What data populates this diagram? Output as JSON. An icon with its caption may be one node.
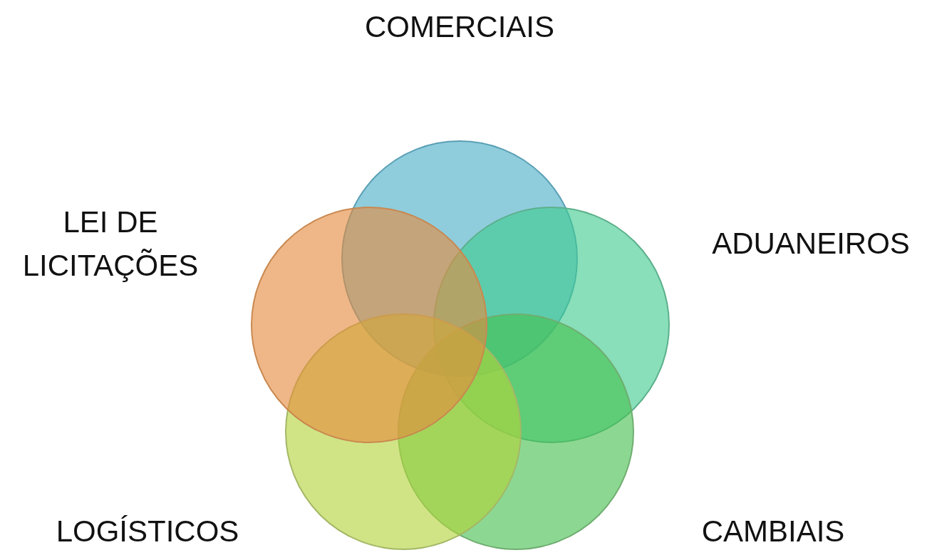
{
  "diagram": {
    "nodes": [
      {
        "text": [
          "COMERCIAIS"
        ]
      },
      {
        "text": [
          "LEI DE LICITAÇÕES"
        ]
      },
      {
        "text": [
          "ADUANEIROS"
        ]
      },
      {
        "text": [
          "LOGÍSTICOS"
        ]
      },
      {
        "text": [
          "CAMBIAIS"
        ]
      }
    ]
  }
}
